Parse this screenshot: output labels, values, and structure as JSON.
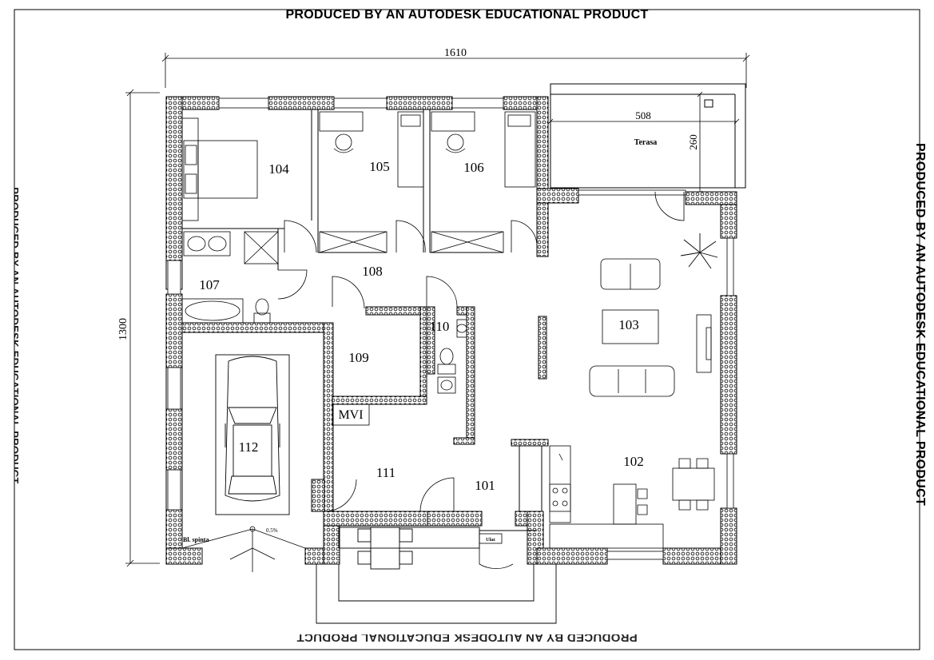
{
  "watermark": {
    "top": "PRODUCED BY AN AUTODESK EDUCATIONAL PRODUCT",
    "right": "PRODUCED BY AN AUTODESK EDUCATIONAL PRODUCT",
    "bottom": "PRODUCED BY AN AUTODESK EDUCATIONAL PRODUCT",
    "left": "PRODUCED BY AN AUTODESK EDUCATIONAL PRODUCT"
  },
  "dimensions": {
    "overall_width": "1610",
    "overall_height": "1300",
    "terrace_width": "508",
    "terrace_depth": "260"
  },
  "rooms": {
    "r101": "101",
    "r102": "102",
    "r103": "103",
    "r104": "104",
    "r105": "105",
    "r106": "106",
    "r107": "107",
    "r108": "108",
    "r109": "109",
    "r110": "110",
    "r111": "111",
    "r112": "112"
  },
  "labels": {
    "terrace": "Terasa",
    "mvi": "MVI",
    "slope": "0.5%",
    "gutter": "Bl. spinta",
    "threshold": "Ulaz"
  }
}
